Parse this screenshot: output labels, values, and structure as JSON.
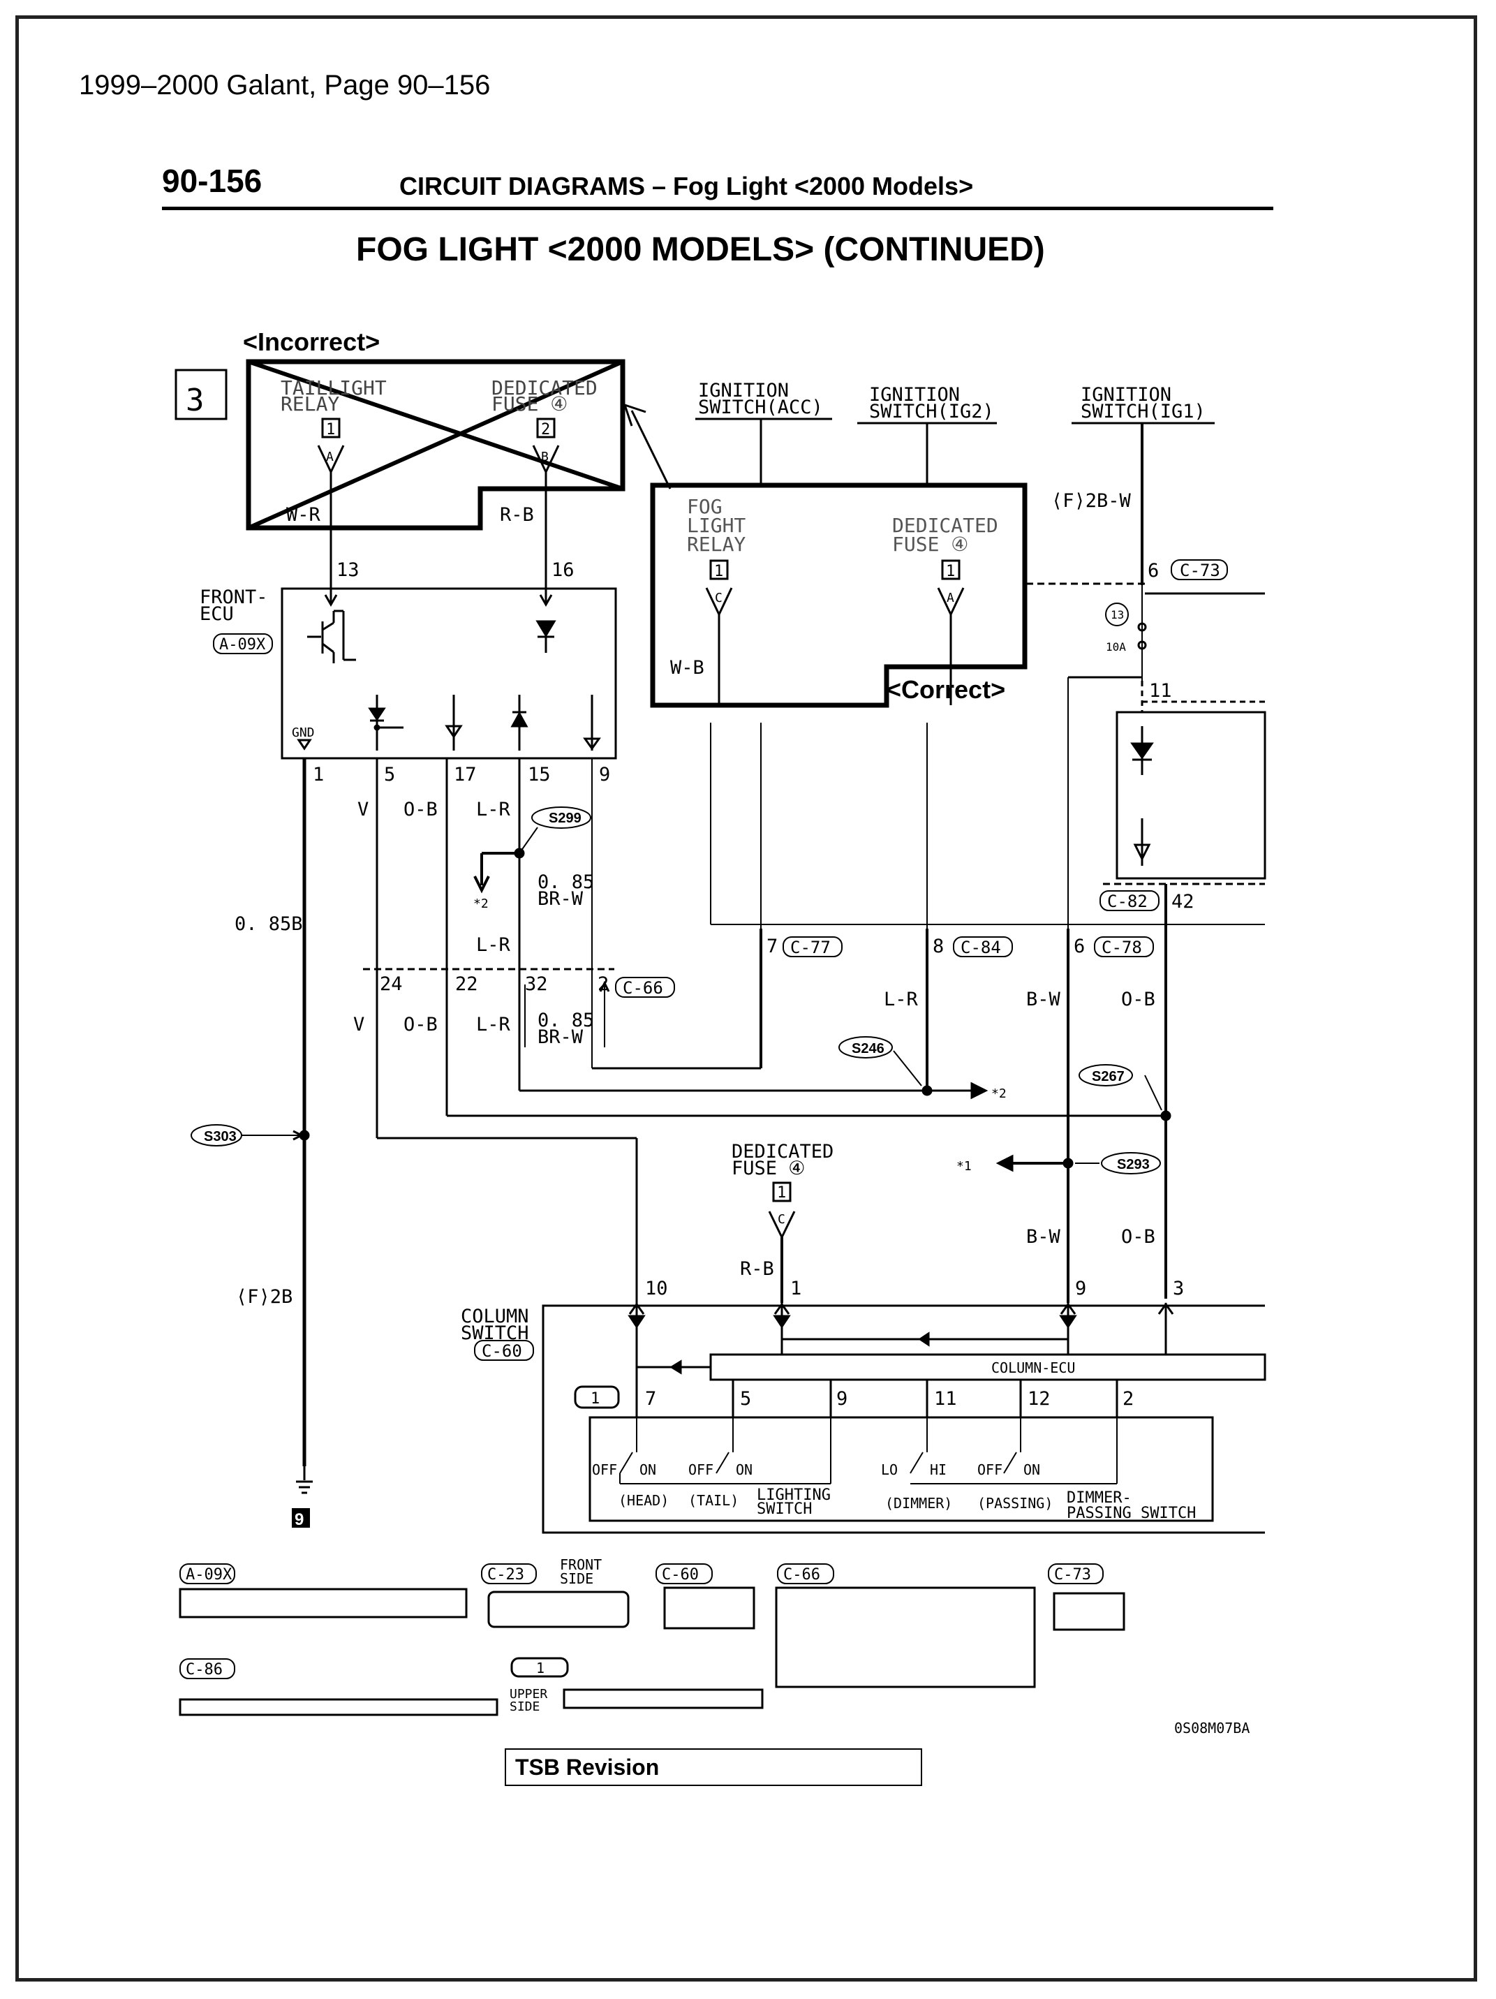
{
  "page_header": "1999–2000 Galant, Page 90–156",
  "page_number": "90-156",
  "section_title": "CIRCUIT DIAGRAMS – Fog Light <2000 Models>",
  "main_title": "FOG LIGHT <2000 MODELS> (CONTINUED)",
  "callout_box_number": "3",
  "incorrect_label": "<Incorrect>",
  "correct_label": "<Correct>",
  "incorrect_box": {
    "relay_label_1": "TAILLIGHT",
    "relay_label_2": "RELAY",
    "fuse_label_1": "DEDICATED",
    "fuse_label_2": "FUSE ④",
    "terminal_1": "1",
    "terminal_2": "2",
    "conn_a": "A",
    "conn_b": "B",
    "wire_1": "W-R",
    "wire_2": "R-B"
  },
  "correct_box": {
    "relay_label_1": "FOG",
    "relay_label_2": "LIGHT",
    "relay_label_3": "RELAY",
    "fuse_label_1": "DEDICATED",
    "fuse_label_2": "FUSE ④",
    "terminal_1": "1",
    "terminal_2": "1",
    "conn_a": "C",
    "conn_b": "A",
    "wire": "W-B"
  },
  "ignition": {
    "acc_1": "IGNITION",
    "acc_2": "SWITCH(ACC)",
    "ig2_1": "IGNITION",
    "ig2_2": "SWITCH(IG2)",
    "ig1_1": "IGNITION",
    "ig1_2": "SWITCH(IG1)",
    "wire_ig1": "⟨F⟩2B-W"
  },
  "front_ecu": {
    "label_1": "FRONT-",
    "label_2": "ECU",
    "connector": "A-09X",
    "gnd": "GND",
    "pin_13": "13",
    "pin_16": "16",
    "pins_bottom": [
      "1",
      "5",
      "17",
      "15",
      "9"
    ]
  },
  "wires": {
    "v": "V",
    "ob": "O-B",
    "lr": "L-R",
    "b085": "0. 85B",
    "br_085": "0. 85",
    "brw": "BR-W",
    "f2b": "⟨F⟩2B",
    "bw": "B-W",
    "rb": "R-B",
    "star1": "*1",
    "star2": "*2"
  },
  "splices": {
    "s299": "S299",
    "s303": "S303",
    "s246": "S246",
    "s267": "S267",
    "s293": "S293"
  },
  "connectors": {
    "c73": "C-73",
    "c77": "C-77",
    "c84": "C-84",
    "c78": "C-78",
    "c82": "C-82",
    "c66": "C-66",
    "c60": "C-60",
    "c23": "C-23",
    "c86": "C-86",
    "one": "1"
  },
  "pins": {
    "p6": "6",
    "p11": "11",
    "p7": "7",
    "p8": "8",
    "p6b": "6",
    "p42": "42",
    "p24": "24",
    "p22": "22",
    "p32": "32",
    "p2": "2",
    "p10": "10",
    "p1": "1",
    "p9": "9",
    "p3": "3"
  },
  "fuse13": {
    "num": "13",
    "amp": "10A"
  },
  "ded_fuse_lower": {
    "l1": "DEDICATED",
    "l2": "FUSE ④",
    "term": "1",
    "conn": "C"
  },
  "column_switch": {
    "l1": "COLUMN",
    "l2": "SWITCH",
    "ecu": "COLUMN-ECU",
    "pins": [
      "7",
      "5",
      "9",
      "11",
      "12",
      "2"
    ],
    "off1": "OFF",
    "on1": "ON",
    "off2": "OFF",
    "on2": "ON",
    "lo": "LO",
    "hi": "HI",
    "off3": "OFF",
    "on3": "ON",
    "head": "(HEAD)",
    "tail": "(TAIL)",
    "lighting_1": "LIGHTING",
    "lighting_2": "SWITCH",
    "dimmer": "(DIMMER)",
    "passing": "(PASSING)",
    "dp_1": "DIMMER-",
    "dp_2": "PASSING SWITCH"
  },
  "ground_num": "9",
  "front_side": {
    "l1": "FRONT",
    "l2": "SIDE"
  },
  "upper_side": {
    "l1": "UPPER",
    "l2": "SIDE"
  },
  "code": "0S08M07BA",
  "tsb": "TSB Revision"
}
